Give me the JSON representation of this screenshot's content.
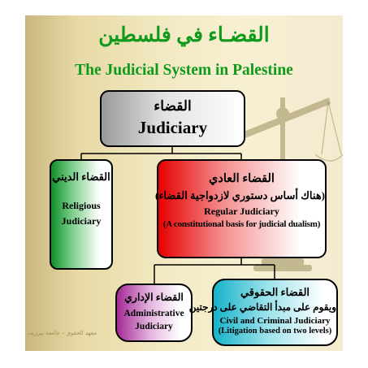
{
  "title": {
    "arabic": "القضـاء في فلسطين",
    "english": "The Judicial System in Palestine"
  },
  "nodes": {
    "judiciary": {
      "arabic": "القضاء",
      "english": "Judiciary"
    },
    "religious": {
      "arabic": "القضاء الديني",
      "english_1": "Religious",
      "english_2": "Judiciary"
    },
    "regular": {
      "arabic": "القضاء العادي",
      "arabic_note": "(هناك أساس دستوري لازدواجية القضاء)",
      "english": "Regular Judiciary",
      "english_note": "(A constitutional basis for judicial dualism)"
    },
    "administrative": {
      "arabic": "القضاء الإداري",
      "english_1": "Administrative",
      "english_2": "Judiciary"
    },
    "civil": {
      "arabic": "القضاء الحقوقي",
      "arabic_note": "ويقوم على مبدأ التقاضي على درجتين",
      "english": "Civil and Criminal Judiciary",
      "english_note": "(Litigation based on two levels)"
    }
  },
  "footer": "معهد الحقوق – جامعة بيرزيت",
  "colors": {
    "title": "#109a1b",
    "judiciary_fill": "#9a9a9a",
    "religious_fill": "#0f8f2a",
    "regular_fill": "#e50000",
    "administrative_fill": "#a42a96",
    "civil_fill": "#16b3c9"
  }
}
